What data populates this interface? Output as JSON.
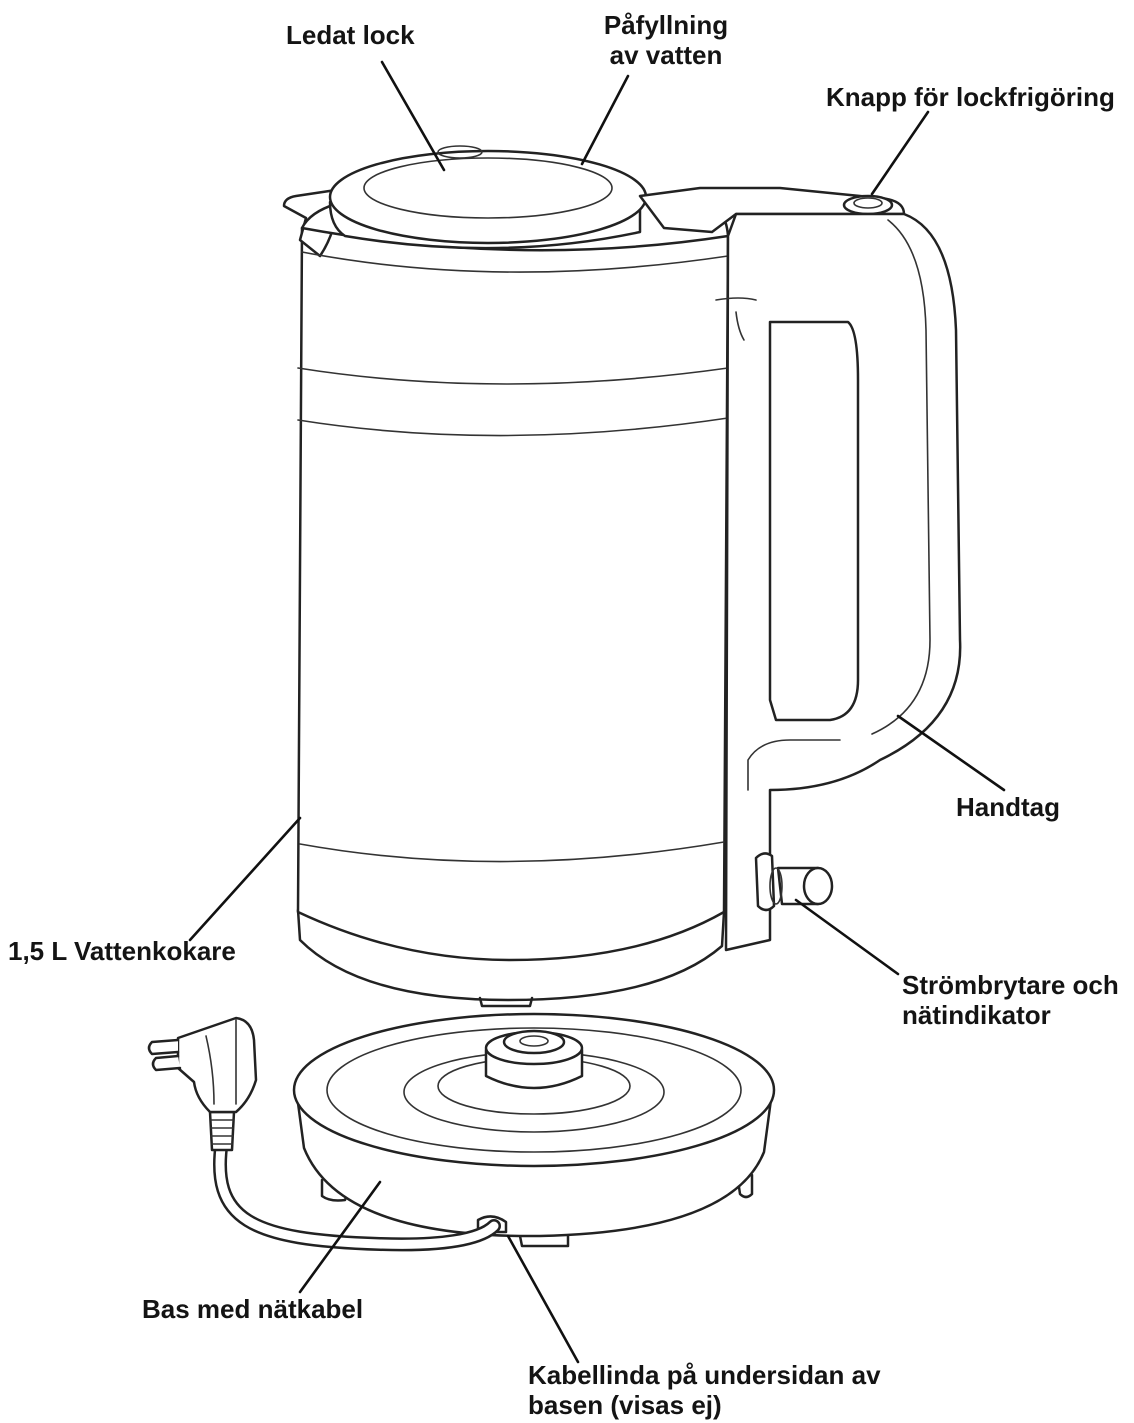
{
  "labels": {
    "lid": "Ledat lock",
    "fill_line1": "Påfyllning",
    "fill_line2": "av vatten",
    "release_button": "Knapp för lockfrigöring",
    "handle": "Handtag",
    "kettle": "1,5 L Vattenkokare",
    "switch_line1": "Strömbrytare och",
    "switch_line2": "nätindikator",
    "base": "Bas med nätkabel",
    "cord_line1": "Kabellinda på undersidan av",
    "cord_line2": "basen (visas ej)"
  }
}
